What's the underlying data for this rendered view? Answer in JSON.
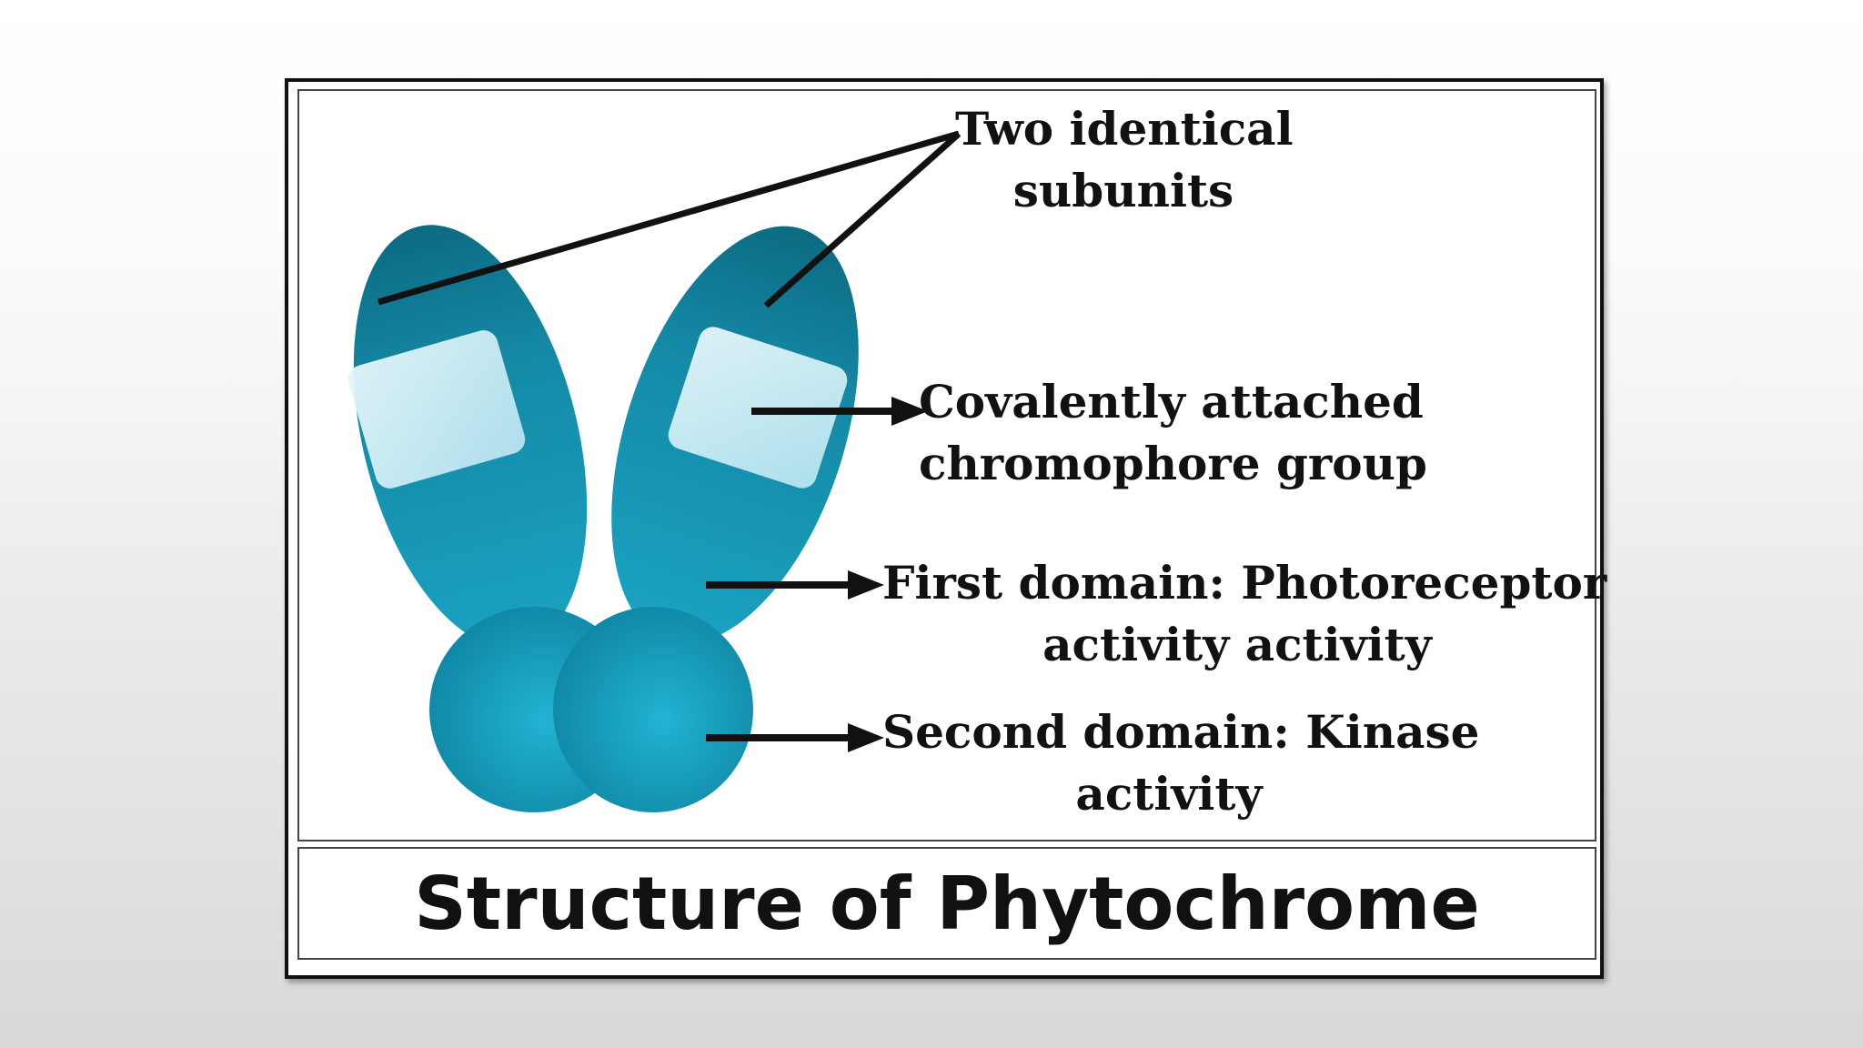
{
  "labels": {
    "subunits": {
      "line1": "Two identical",
      "line2": "subunits"
    },
    "chromophore": {
      "line1": "Covalently attached",
      "line2": "chromophore group"
    },
    "first_domain": {
      "line1": "First domain: Photoreceptor",
      "line2": "activity activity"
    },
    "second_domain": {
      "line1": "Second domain: Kinase",
      "line2": "activity"
    }
  },
  "caption": "Structure of Phytochrome",
  "colors": {
    "subunit_fill": "#1a9ab5",
    "subunit_dark": "#0e6f86",
    "chromophore_fill": "#cfeef6",
    "domain_fill": "#139cbc",
    "line_color": "#111111"
  }
}
